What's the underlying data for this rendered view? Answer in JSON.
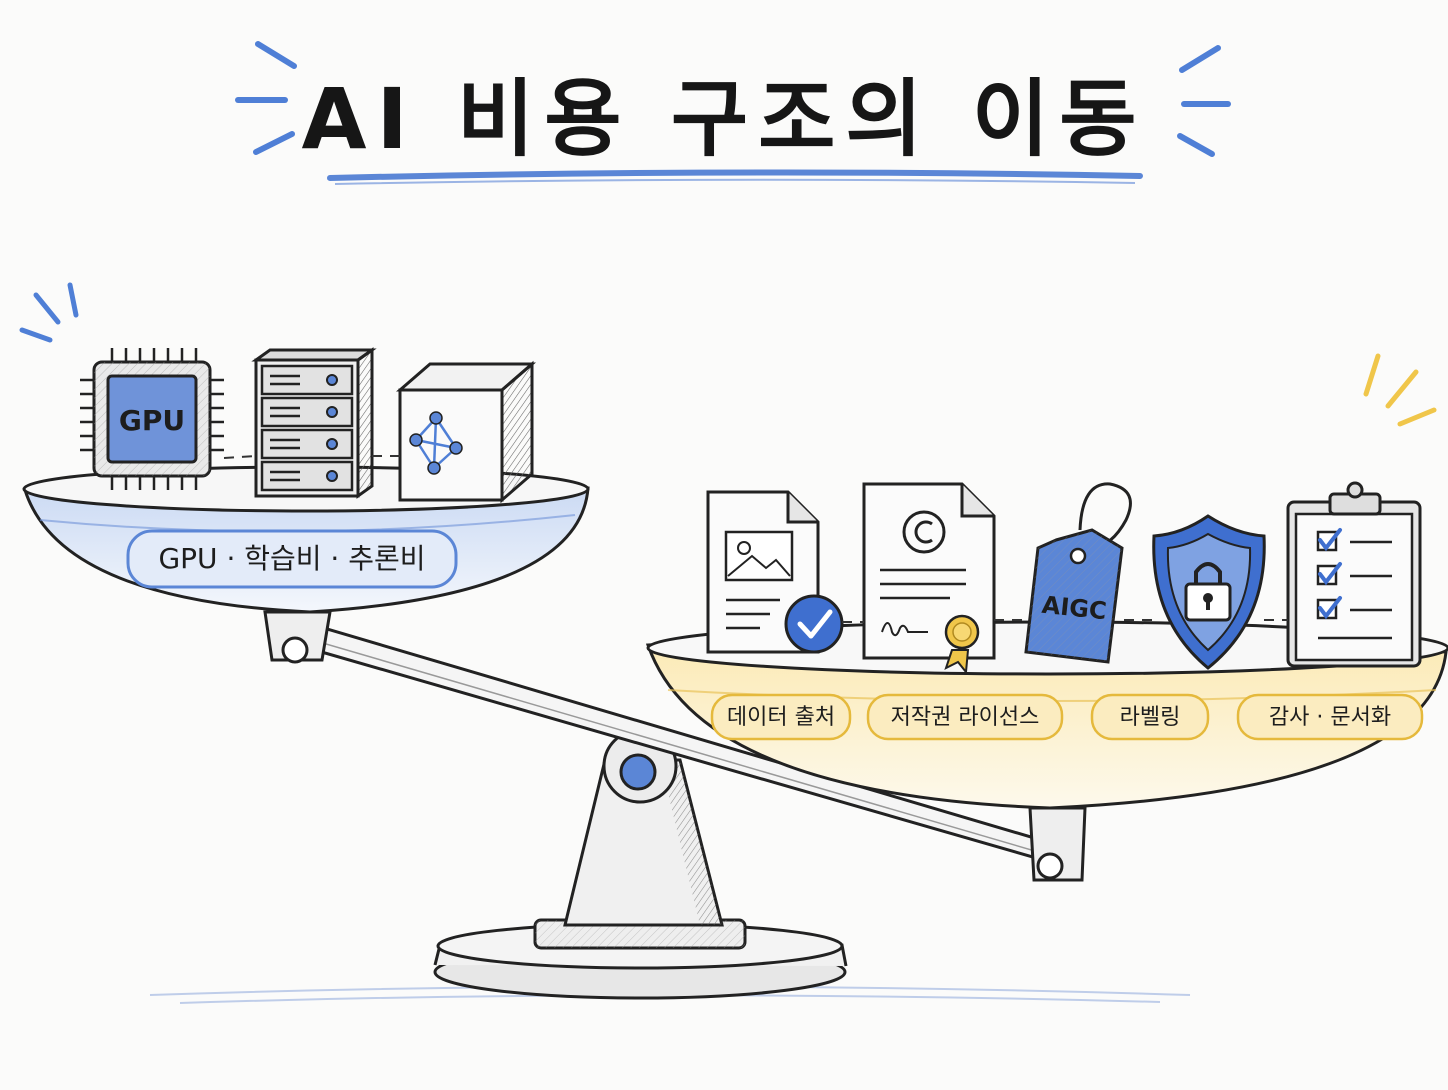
{
  "title": "AI 비용 구조의 이동",
  "left_pan": {
    "gpu_chip_label": "GPU",
    "pill": "GPU · 학습비 · 추론비"
  },
  "right_pan": {
    "tag_label": "AIGC",
    "pills": [
      "데이터 출처",
      "저작권 라이선스",
      "라벨링",
      "감사 · 문서화"
    ]
  },
  "colors": {
    "accent_blue": "#4f7fd6",
    "accent_yellow": "#f0c64a",
    "ink": "#1a1a1a"
  }
}
